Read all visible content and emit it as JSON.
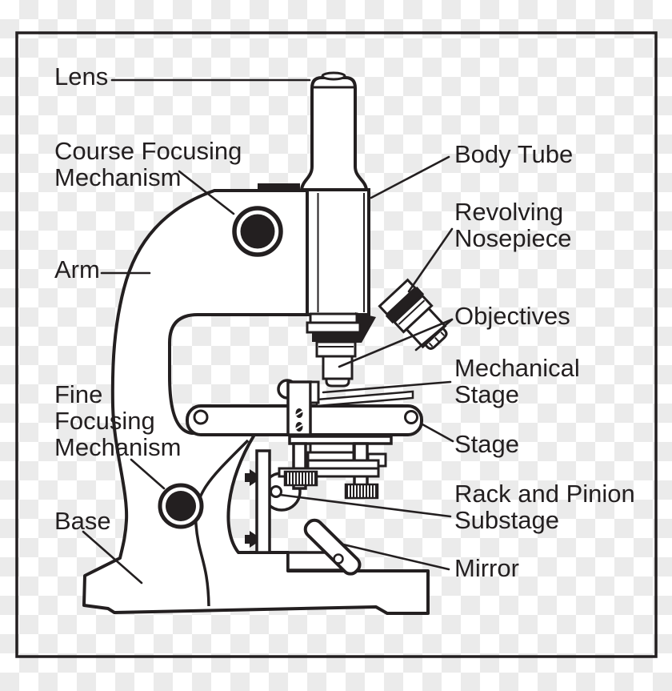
{
  "figure": {
    "kind": "labeled-diagram",
    "subject": "compound microscope parts",
    "background": "transparency-checkerboard"
  },
  "colors": {
    "ink": "#231f20",
    "paper": "#ffffff",
    "checker": "#ebebeb"
  },
  "labels": {
    "left": [
      {
        "id": "lens",
        "text": "Lens"
      },
      {
        "id": "coarse-focusing-mechanism",
        "text": "Course Focusing\nMechanism"
      },
      {
        "id": "arm",
        "text": "Arm"
      },
      {
        "id": "fine-focusing-mechanism",
        "text": "Fine\nFocusing\nMechanism"
      },
      {
        "id": "base",
        "text": "Base"
      }
    ],
    "right": [
      {
        "id": "body-tube",
        "text": "Body Tube"
      },
      {
        "id": "revolving-nosepiece",
        "text": "Revolving\nNosepiece"
      },
      {
        "id": "objectives",
        "text": "Objectives"
      },
      {
        "id": "mechanical-stage",
        "text": "Mechanical\nStage"
      },
      {
        "id": "stage",
        "text": "Stage"
      },
      {
        "id": "rack-and-pinion-substage",
        "text": "Rack and Pinion\nSubstage"
      },
      {
        "id": "mirror",
        "text": "Mirror"
      }
    ]
  }
}
